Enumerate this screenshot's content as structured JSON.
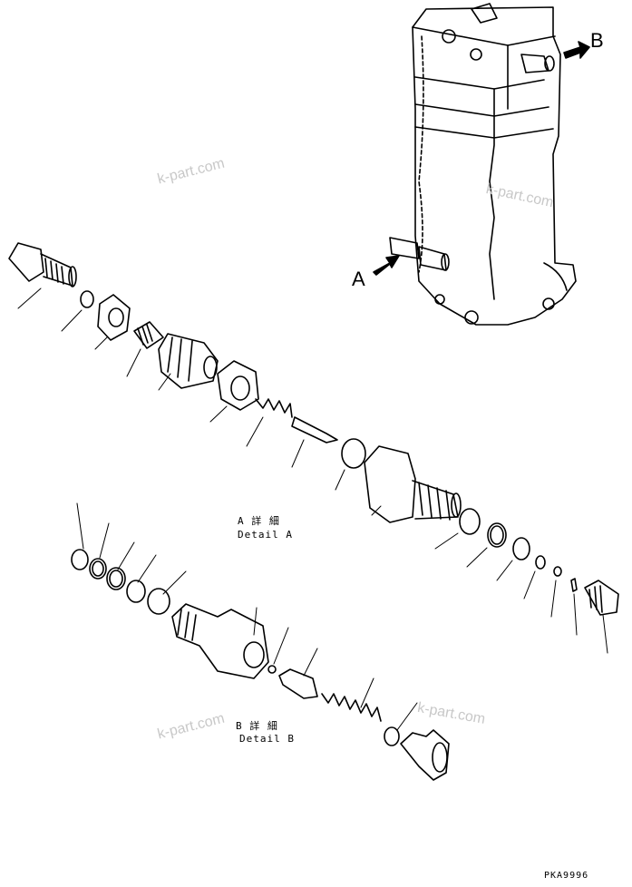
{
  "labels": {
    "view_a": "A",
    "view_b": "B",
    "detail_a_jp": "A 詳 細",
    "detail_a_en": "Detail A",
    "detail_b_jp": "B 詳 細",
    "detail_b_en": "Detail B",
    "code": "PKA9996"
  },
  "watermarks": [
    "k-part.com",
    "k-part.com",
    "k-part.com",
    "k-part.com"
  ],
  "colors": {
    "line": "#000000",
    "watermark": "#c8c8c8",
    "background": "#ffffff"
  }
}
